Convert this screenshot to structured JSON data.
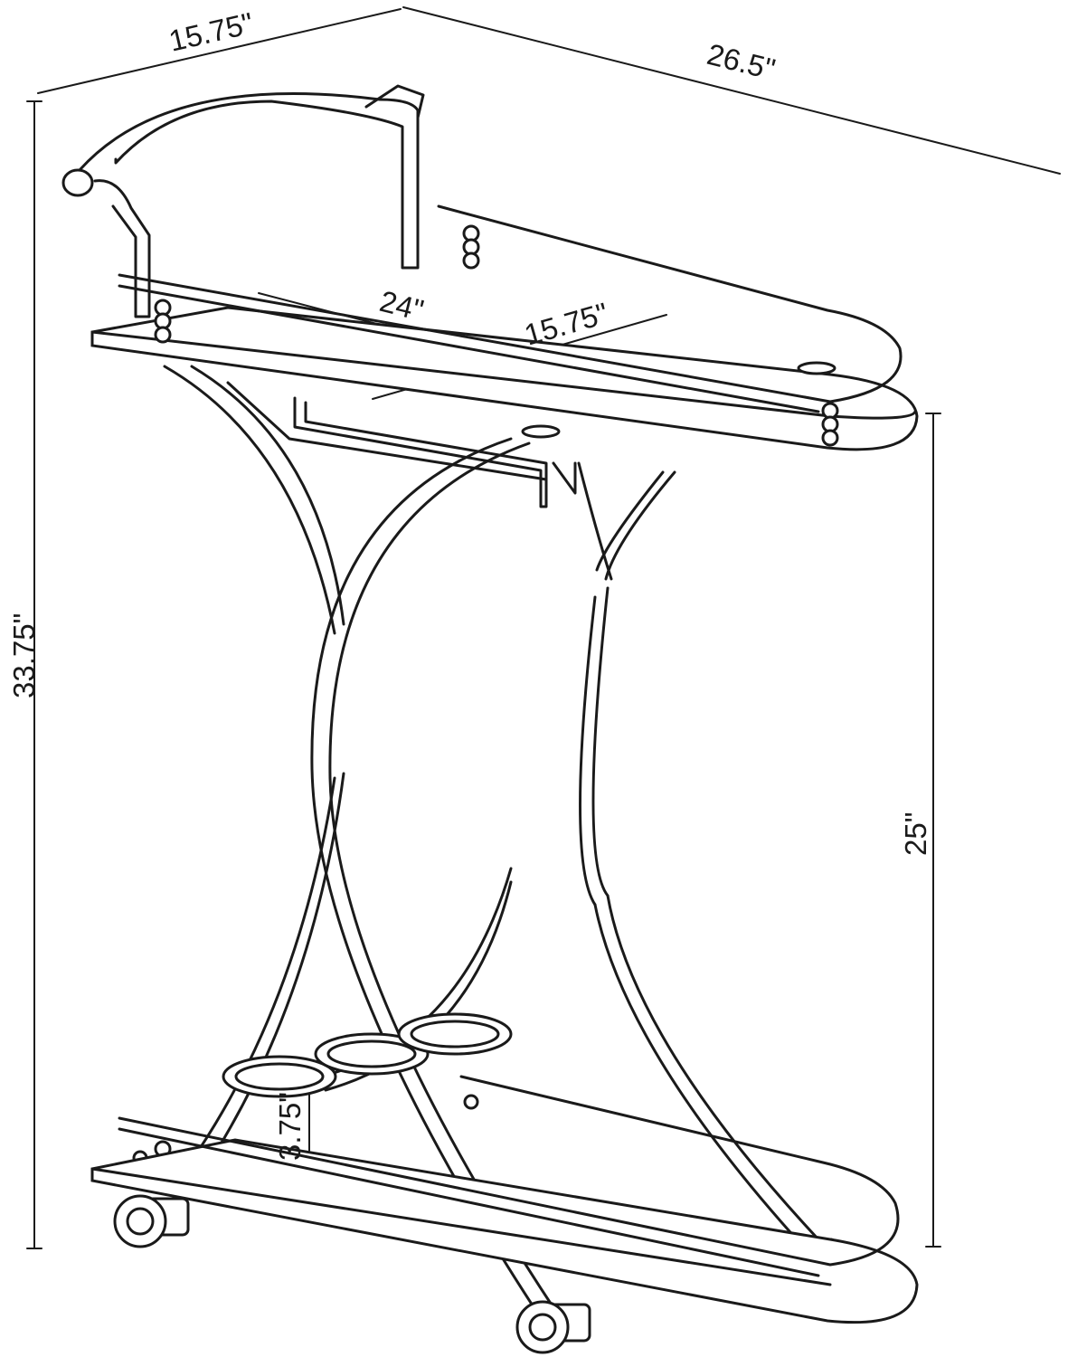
{
  "dimensions": {
    "top_depth": "15.75\"",
    "top_width": "26.5\"",
    "overall_height": "33.75\"",
    "shelf_length": "24\"",
    "shelf_depth": "15.75\"",
    "shelf_height": "25\"",
    "rail_height": "3.75\""
  },
  "colors": {
    "line": "#1a1a1a",
    "background": "#ffffff"
  }
}
